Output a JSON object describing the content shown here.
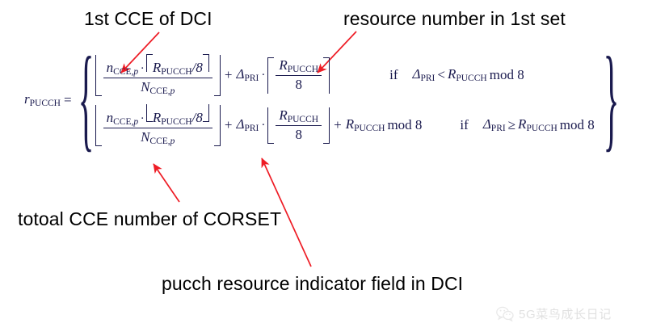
{
  "document": {
    "type": "annotated-formula-figure",
    "background_color": "#ffffff",
    "annotation_color": "#ff0000",
    "text_color": "#000000",
    "formula_color": "#1a1a4e"
  },
  "annotations": [
    {
      "id": "1st-cce-of-dci",
      "text": "1st CCE of DCI"
    },
    {
      "id": "resource-number",
      "text": "resource number in 1st set"
    },
    {
      "id": "total-cce-of-corset",
      "text": "totoal CCE number of CORSET"
    },
    {
      "id": "pucch-resource-ind",
      "text": "pucch resource indicator field in DCI"
    }
  ],
  "formula": {
    "lhs": {
      "base": "r",
      "sub": "PUCCH"
    },
    "equals": "=",
    "open_brace": "{",
    "close_brace": "}",
    "symbols": {
      "n_cce": {
        "base": "n",
        "sub": "CCE,",
        "sub_italic": "p"
      },
      "N_cce": {
        "base": "N",
        "sub": "CCE,",
        "sub_italic": "p"
      },
      "R_pucch": {
        "base": "R",
        "sub": "PUCCH"
      },
      "delta_pri": {
        "base": "Δ",
        "sub": "PRI"
      },
      "eight": "8",
      "slash_eight": "/8",
      "dot": "·",
      "plus": "+",
      "mod": "mod 8",
      "if": "if",
      "lt": "<",
      "ge": "≥"
    },
    "cases": [
      {
        "id": "case-lt",
        "outer_delim": "floor",
        "inner_delim": "ceil",
        "second_delim": "ceil",
        "has_mod_tail": false,
        "condition_rel": "<"
      },
      {
        "id": "case-ge",
        "outer_delim": "floor",
        "inner_delim": "floor",
        "second_delim": "floor",
        "has_mod_tail": true,
        "condition_rel": "≥"
      }
    ]
  },
  "watermark": {
    "icon": "wechat-icon",
    "text": "5G菜鸟成长日记"
  }
}
